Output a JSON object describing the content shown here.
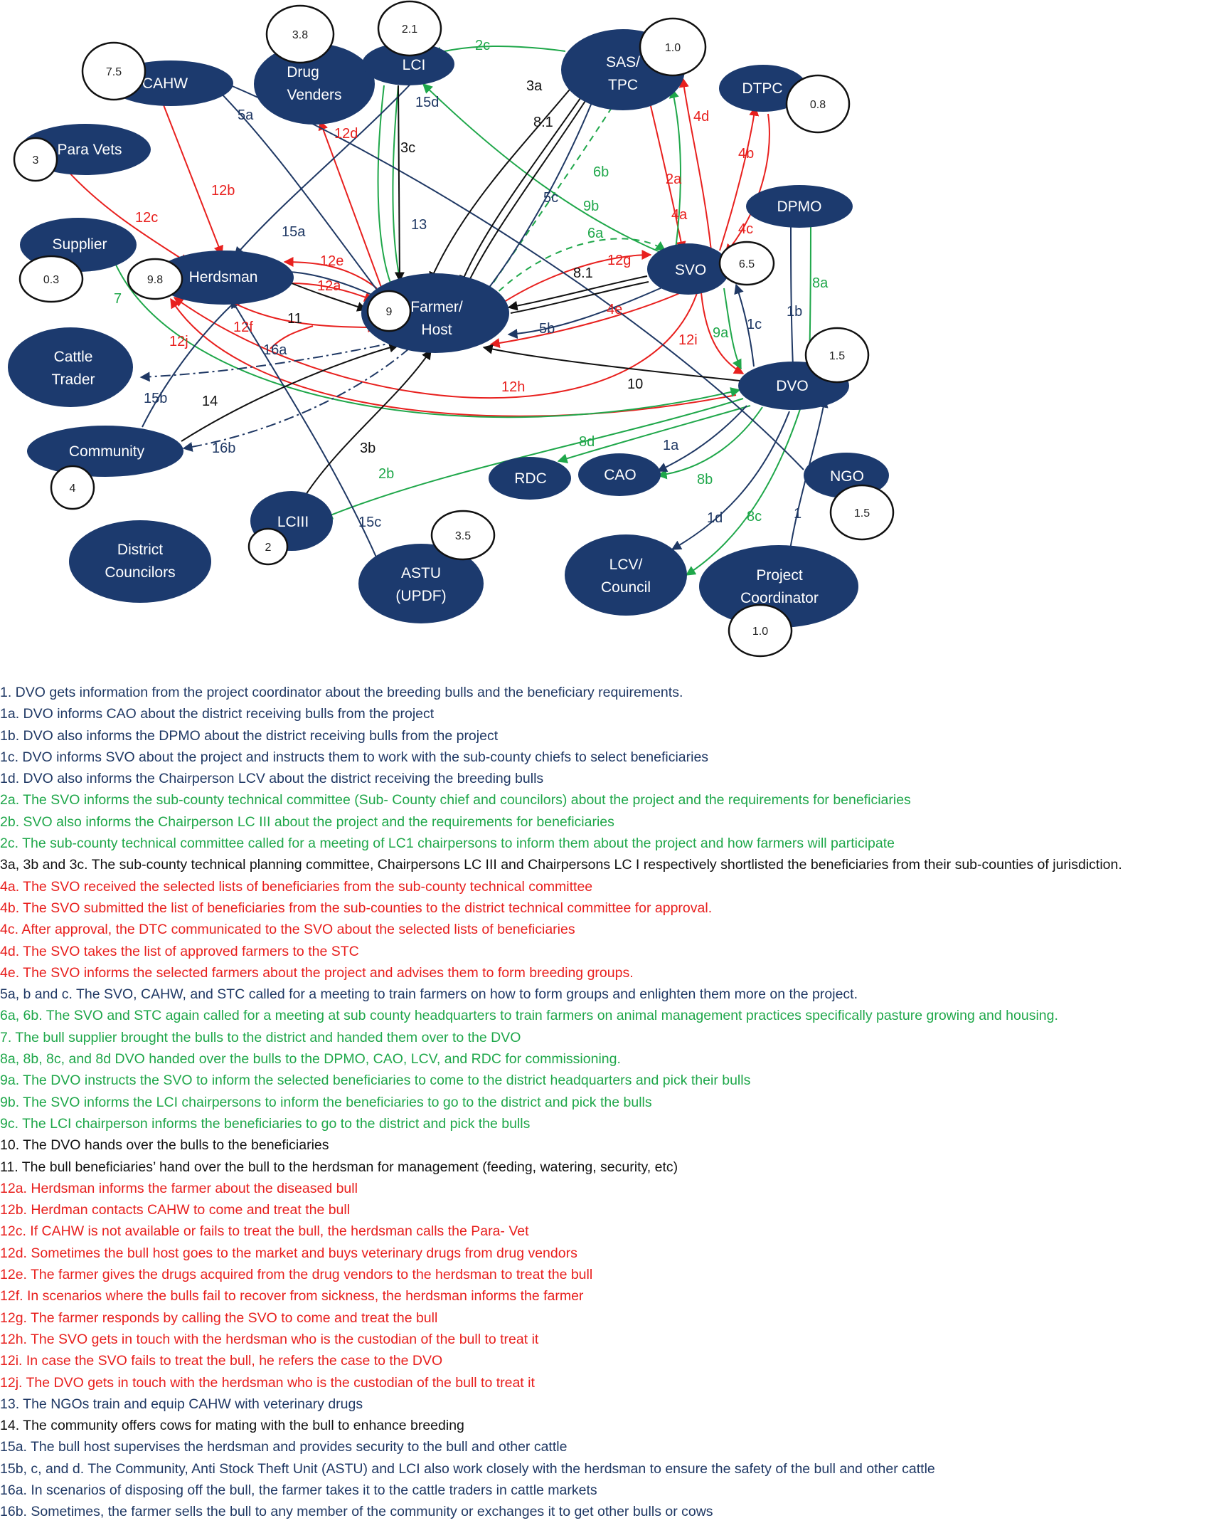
{
  "colors": {
    "node": "#1c3a6e",
    "navy": "#1f3864",
    "black": "#111111",
    "red": "#e8201e",
    "green": "#1fa74a"
  },
  "nodes": {
    "cahw": "CAHW",
    "drug_venders": [
      "Drug",
      "Venders"
    ],
    "lci": "LCI",
    "sas_tpc": [
      "SAS/",
      "TPC"
    ],
    "dtpc": "DTPC",
    "para_vets": "Para Vets",
    "dpmo": "DPMO",
    "supplier": "Supplier",
    "herdsman": "Herdsman",
    "farmer_host": [
      "Farmer/",
      "Host"
    ],
    "svo": "SVO",
    "cattle_trader": [
      "Cattle",
      "Trader"
    ],
    "dvo": "DVO",
    "community": "Community",
    "rdc": "RDC",
    "cao": "CAO",
    "ngo": "NGO",
    "lciii": "LCIII",
    "district_councilors": [
      "District",
      "Councilors"
    ],
    "astu": [
      "ASTU",
      "(UPDF)"
    ],
    "lcv_council": [
      "LCV/",
      "Council"
    ],
    "project_coordinator": [
      "Project",
      "Coordinator"
    ]
  },
  "scores": {
    "cahw": "7.5",
    "drug_venders": "3.8",
    "lci": "2.1",
    "sas_tpc": "1.0",
    "dtpc": "0.8",
    "para_vets": "3",
    "supplier": "0.3",
    "herdsman": "9.8",
    "farmer_host": "9",
    "svo": "6.5",
    "dvo": "1.5",
    "community": "4",
    "ngo": "1.5",
    "lciii": "2",
    "astu": "3.5",
    "project_coordinator": "1.0"
  },
  "edge_labels": {
    "e2c": "2c",
    "e3a": "3a",
    "e8_1a": "8.1",
    "e4d": "4d",
    "e5a": "5a",
    "e12d": "12d",
    "e15d": "15d",
    "e3c": "3c",
    "e4b": "4b",
    "e12b": "12b",
    "e6b": "6b",
    "e5c": "5c",
    "e2a": "2a",
    "e9b": "9b",
    "e4a": "4a",
    "e4c": "4c",
    "e12c": "12c",
    "e15a": "15a",
    "e13": "13",
    "e6a": "6a",
    "e12g": "12g",
    "e8_1b": "8.1",
    "e12e": "12e",
    "e12a": "12a",
    "e8a": "8a",
    "e1b": "1b",
    "e4e": "4e",
    "e7": "7",
    "e11": "11",
    "e12f": "12f",
    "e1c": "1c",
    "e12i": "12i",
    "e9a": "9a",
    "e5b": "5b",
    "e12j": "12j",
    "e16a": "16a",
    "e12h": "12h",
    "e10": "10",
    "e15b": "15b",
    "e14": "14",
    "e16b": "16b",
    "e3b": "3b",
    "e8d": "8d",
    "e1a": "1a",
    "e8b": "8b",
    "e2b": "2b",
    "e15c": "15c",
    "e1d": "1d",
    "e8c": "8c",
    "e1": "1"
  },
  "legend": [
    {
      "text": "1.   DVO gets information from the project coordinator about the breeding bulls and the beneficiary requirements.",
      "color": "#1f3864"
    },
    {
      "text": "1a.  DVO informs CAO about the district receiving bulls from the project",
      "color": "#1f3864"
    },
    {
      "text": "1b.  DVO also informs the DPMO about the district receiving bulls from the project",
      "color": "#1f3864"
    },
    {
      "text": "1c. DVO informs SVO about the project and instructs them to work with the sub-county chiefs to select beneficiaries",
      "color": "#1f3864"
    },
    {
      "text": "1d.   DVO also informs the Chairperson LCV about the district receiving the breeding bulls",
      "color": "#1f3864"
    },
    {
      "text": "2a.   The SVO informs the sub-county technical committee (Sub- County chief and councilors) about the project and the requirements for beneficiaries",
      "color": "#1fa74a"
    },
    {
      "text": "2b.   SVO also informs the Chairperson LC III about the project and the requirements for beneficiaries",
      "color": "#1fa74a"
    },
    {
      "text": "2c.    The sub-county technical committee called for a meeting of LC1 chairpersons to inform them about the project and how farmers will participate",
      "color": "#1fa74a"
    },
    {
      "text": "3a, 3b and 3c. The sub-county technical planning committee, Chairpersons LC III and Chairpersons LC I respectively shortlisted the beneficiaries from their sub-counties of jurisdiction.",
      "color": "#111111"
    },
    {
      "text": "4a.  The SVO received the selected lists of beneficiaries from the sub-county technical committee",
      "color": "#e8201e"
    },
    {
      "text": "4b. The SVO submitted the list of beneficiaries from the sub-counties to the district technical committee for approval.",
      "color": "#e8201e"
    },
    {
      "text": "4c. After approval, the DTC communicated to the SVO about the selected lists of beneficiaries",
      "color": "#e8201e"
    },
    {
      "text": "4d. The SVO takes the list of approved farmers to the STC",
      "color": "#e8201e"
    },
    {
      "text": "4e. The SVO informs the selected farmers about the project and advises them to form breeding groups.",
      "color": "#e8201e"
    },
    {
      "text": "5a, b and c. The SVO, CAHW, and STC called for a meeting to train farmers on how to form groups and enlighten them more on the project.",
      "color": "#1f3864"
    },
    {
      "text": "6a, 6b. The SVO and STC again called for a meeting at sub county headquarters to train farmers on animal management practices specifically pasture growing and housing.",
      "color": "#1fa74a"
    },
    {
      "text": "7. The bull supplier brought the bulls to the district and handed them over to the DVO",
      "color": "#1fa74a"
    },
    {
      "text": "8a, 8b, 8c, and 8d DVO handed over the bulls to the DPMO, CAO, LCV, and RDC for commissioning.",
      "color": "#1fa74a"
    },
    {
      "text": "9a. The DVO instructs the SVO to inform the selected beneficiaries to come to the district headquarters and pick their bulls",
      "color": "#1fa74a"
    },
    {
      "text": "9b. The SVO informs the LCI chairpersons to inform the beneficiaries to go to the district and pick the bulls",
      "color": "#1fa74a"
    },
    {
      "text": "9c. The LCI chairperson informs the beneficiaries to go to the district and pick the bulls",
      "color": "#1fa74a"
    },
    {
      "text": "10. The DVO hands over the bulls to the beneficiaries",
      "color": "#111111"
    },
    {
      "text": "11. The bull beneficiaries’ hand over the bull to the herdsman for management (feeding, watering, security, etc)",
      "color": "#111111"
    },
    {
      "text": "12a. Herdsman informs the farmer about the diseased bull",
      "color": "#e8201e"
    },
    {
      "text": "12b. Herdman contacts CAHW to come and treat the bull",
      "color": "#e8201e"
    },
    {
      "text": "12c. If CAHW is not available or fails to treat the bull, the herdsman calls the Para- Vet",
      "color": "#e8201e"
    },
    {
      "text": "12d. Sometimes the bull host goes to the market and buys veterinary drugs from drug vendors",
      "color": "#e8201e"
    },
    {
      "text": "12e. The farmer gives the drugs acquired from the drug vendors to the herdsman to treat the bull",
      "color": "#e8201e"
    },
    {
      "text": "12f. In scenarios where the bulls fail to recover from sickness, the herdsman informs the farmer",
      "color": "#e8201e"
    },
    {
      "text": "12g. The farmer responds by calling the SVO to come and treat the bull",
      "color": "#e8201e"
    },
    {
      "text": "12h. The SVO gets in touch with the herdsman who is the custodian of the bull to treat it",
      "color": "#e8201e"
    },
    {
      "text": "12i. In case the SVO fails to treat the bull, he refers the case to the DVO",
      "color": "#e8201e"
    },
    {
      "text": "12j. The DVO gets in touch with the herdsman who is the custodian of the bull to treat it",
      "color": "#e8201e"
    },
    {
      "text": "13. The NGOs train and equip CAHW with veterinary drugs",
      "color": "#1f3864"
    },
    {
      "text": "14. The community offers cows for mating with the bull to enhance breeding",
      "color": "#111111"
    },
    {
      "text": "15a. The bull host supervises the herdsman and provides security to the bull and other cattle",
      "color": "#1f3864"
    },
    {
      "text": "15b, c, and d. The Community, Anti Stock Theft Unit (ASTU) and LCI also work closely with the herdsman to ensure the safety of the bull and other cattle",
      "color": "#1f3864"
    },
    {
      "text": "16a. In scenarios of disposing off the bull, the farmer takes it to the cattle traders in cattle markets",
      "color": "#1f3864"
    },
    {
      "text": "16b. Sometimes, the farmer sells the bull to any member of the community or exchanges it to get other bulls or cows",
      "color": "#1f3864"
    }
  ]
}
